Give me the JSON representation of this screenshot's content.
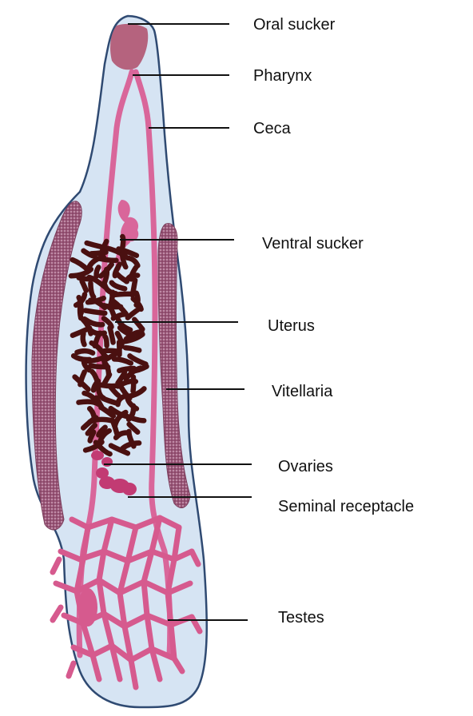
{
  "colors": {
    "body_fill": "#d6e4f3",
    "body_outline": "#2f4a72",
    "sucker": "#b5637e",
    "ceca": "#d9669a",
    "uterus": "#4a1010",
    "vitellaria": "#9a5678",
    "ovary": "#c23b73",
    "testes": "#d65a8e",
    "leader_line": "#111111",
    "text": "#111111"
  },
  "labels": [
    {
      "id": "oral-sucker",
      "text": "Oral sucker"
    },
    {
      "id": "pharynx",
      "text": "Pharynx"
    },
    {
      "id": "ceca",
      "text": "Ceca"
    },
    {
      "id": "ventral-sucker",
      "text": "Ventral sucker"
    },
    {
      "id": "uterus",
      "text": "Uterus"
    },
    {
      "id": "vitellaria",
      "text": "Vitellaria"
    },
    {
      "id": "ovaries",
      "text": "Ovaries"
    },
    {
      "id": "seminal-receptacle",
      "text": "Seminal receptacle"
    },
    {
      "id": "testes",
      "text": "Testes"
    }
  ]
}
